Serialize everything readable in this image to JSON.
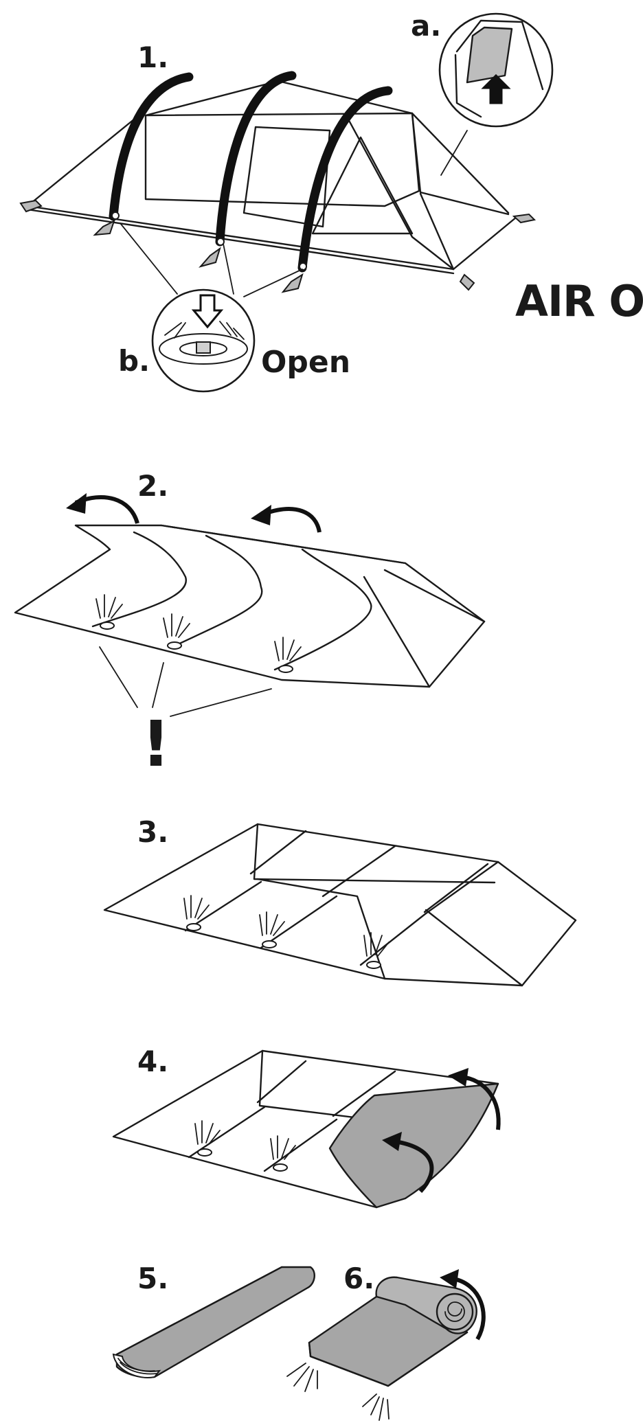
{
  "title": "AIR OUT",
  "steps": [
    {
      "label": "1.",
      "icon": "tent-deflate-icon"
    },
    {
      "label": "2.",
      "icon": "fold-sides-icon"
    },
    {
      "label": "3.",
      "icon": "folded-tent-icon"
    },
    {
      "label": "4.",
      "icon": "fold-end-icon"
    },
    {
      "label": "5.",
      "icon": "folded-bundle-icon"
    },
    {
      "label": "6.",
      "icon": "roll-up-icon"
    }
  ],
  "callouts": {
    "a_label": "a.",
    "b_label": "b.",
    "b_text": "Open",
    "warning": "!"
  },
  "colors": {
    "line": "#1a1a1a",
    "fill_grey": "#a6a6a6",
    "peg_grey": "#b9b9b9",
    "background": "#ffffff"
  }
}
